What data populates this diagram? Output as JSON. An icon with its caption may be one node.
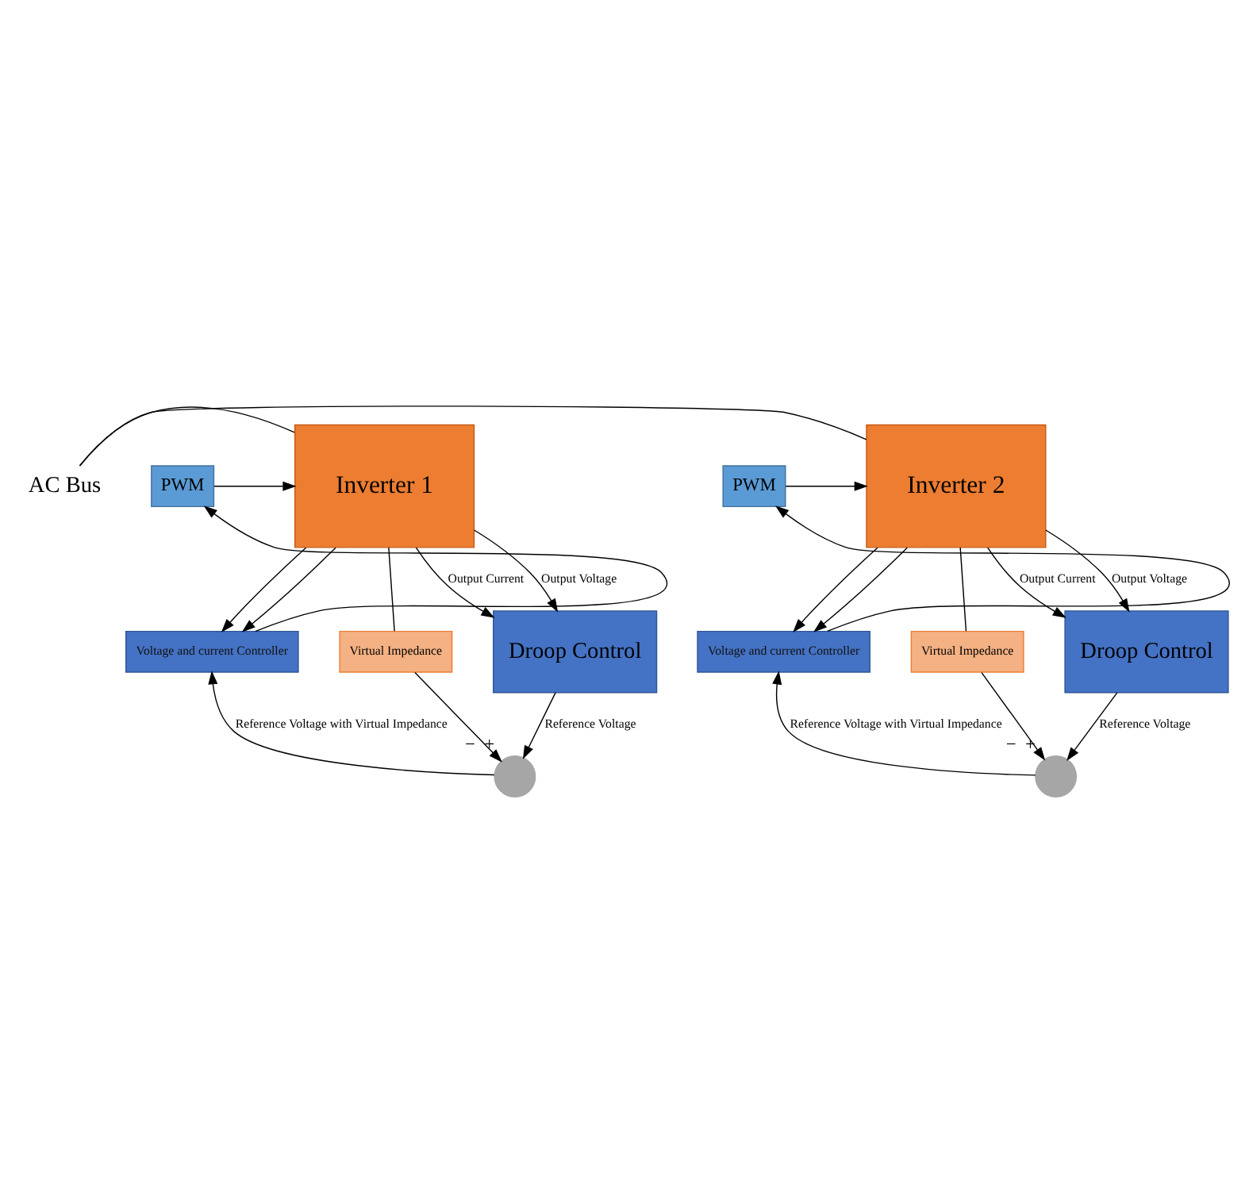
{
  "diagram": {
    "nodes": [
      {
        "text": [
          "AC Bus"
        ]
      },
      {
        "text": [
          "PWM"
        ]
      },
      {
        "text": [
          "Inverter 1"
        ]
      },
      {
        "text": [
          "Voltage and current Controller"
        ]
      },
      {
        "text": [
          "Virtual Impedance"
        ]
      },
      {
        "text": [
          "Droop Control"
        ]
      },
      {
        "text": [],
        "shape": "circle",
        "beside": [
          "−",
          "+"
        ]
      },
      {
        "text": [
          "PWM"
        ]
      },
      {
        "text": [
          "Inverter 2"
        ]
      },
      {
        "text": [
          "Voltage and current Controller"
        ]
      },
      {
        "text": [
          "Virtual Impedance"
        ]
      },
      {
        "text": [
          "Droop Control"
        ]
      },
      {
        "text": [],
        "shape": "circle",
        "beside": [
          "−",
          "+"
        ]
      }
    ],
    "edges": [
      {
        "from": 2,
        "to": 0,
        "arrow": "none"
      },
      {
        "from": 1,
        "to": 2,
        "arrow": "to"
      },
      {
        "from": 3,
        "to": 1,
        "arrow": "to"
      },
      {
        "from": 2,
        "to": 3,
        "arrow": "to"
      },
      {
        "from": 2,
        "to": 3,
        "arrow": "to"
      },
      {
        "from": 2,
        "to": 5,
        "arrow": "to",
        "label": "Output Current"
      },
      {
        "from": 2,
        "to": 5,
        "arrow": "to",
        "label": "Output Voltage"
      },
      {
        "from": 2,
        "to": 4,
        "arrow": "none"
      },
      {
        "from": 4,
        "to": 6,
        "arrow": "to"
      },
      {
        "from": 5,
        "to": 6,
        "arrow": "to",
        "label": "Reference Voltage"
      },
      {
        "from": 6,
        "to": 3,
        "arrow": "to",
        "label": "Reference Voltage with Virtual Impedance"
      },
      {
        "from": 8,
        "to": 0,
        "arrow": "none"
      },
      {
        "from": 7,
        "to": 8,
        "arrow": "to"
      },
      {
        "from": 9,
        "to": 7,
        "arrow": "to"
      },
      {
        "from": 8,
        "to": 9,
        "arrow": "to"
      },
      {
        "from": 8,
        "to": 9,
        "arrow": "to"
      },
      {
        "from": 8,
        "to": 11,
        "arrow": "to",
        "label": "Output Current"
      },
      {
        "from": 8,
        "to": 11,
        "arrow": "to",
        "label": "Output Voltage"
      },
      {
        "from": 8,
        "to": 10,
        "arrow": "none"
      },
      {
        "from": 10,
        "to": 12,
        "arrow": "to"
      },
      {
        "from": 11,
        "to": 12,
        "arrow": "to",
        "label": "Reference Voltage"
      },
      {
        "from": 12,
        "to": 9,
        "arrow": "to",
        "label": "Reference Voltage with Virtual Impedance"
      }
    ]
  }
}
